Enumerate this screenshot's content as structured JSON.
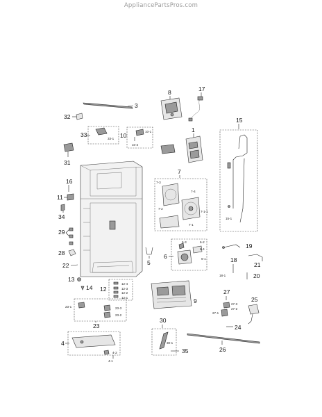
{
  "watermark": "AppliancePartsPros.com",
  "parts": {
    "p1": "1",
    "p3": "3",
    "p4": "4",
    "p5": "5",
    "p6": "6",
    "p7": "7",
    "p8": "8",
    "p9": "9",
    "p10": "10",
    "p11": "11",
    "p12": "12",
    "p13": "13",
    "p14": "14",
    "p15": "15",
    "p16": "16",
    "p17": "17",
    "p18": "18",
    "p19": "19",
    "p20": "20",
    "p21": "21",
    "p22": "22",
    "p23": "23",
    "p24": "24",
    "p25": "25",
    "p26": "26",
    "p27": "27",
    "p28": "28",
    "p29": "29",
    "p30": "30",
    "p31": "31",
    "p32": "32",
    "p33": "33",
    "p34": "34",
    "p35": "35"
  },
  "subparts": {
    "s4_1": "4-1",
    "s4_2": "4-2",
    "s6_1": "6-1",
    "s6_2": "6-2",
    "s6_3": "6-3",
    "s6_4": "6-4",
    "s7_1": "7-1",
    "s7_1_1": "7-1-1",
    "s7_2": "7-2",
    "s7_3": "7-3",
    "s7_4": "7-4",
    "s10_1": "10-1",
    "s10_2": "10-2",
    "s12_1": "12-1",
    "s12_2": "12-2",
    "s12_3": "12-3",
    "s12_4": "12-4",
    "s15_1": "15-1",
    "s18_1": "18-1",
    "s23_1": "23-1",
    "s23_2": "23-2",
    "s23_3": "23-3",
    "s27_1": "27-1",
    "s27_2": "27-2",
    "s27_3": "27-3",
    "s30_1": "30-1",
    "s33_1": "33-1"
  }
}
